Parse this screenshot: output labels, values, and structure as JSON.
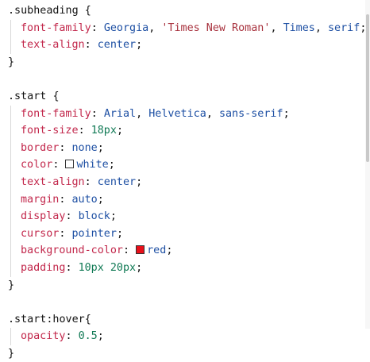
{
  "code": {
    "rule1": {
      "selector": ".subheading",
      "open_brace": "{",
      "close_brace": "}",
      "decl1": {
        "property": "font-family",
        "v1": "Georgia",
        "sep1": ", ",
        "v2": "'Times New Roman'",
        "sep2": ", ",
        "v3": "Times",
        "sep3": ", ",
        "v4": "serif"
      },
      "decl2": {
        "property": "text-align",
        "value": "center"
      }
    },
    "rule2": {
      "selector": ".start",
      "open_brace": "{",
      "close_brace": "}",
      "decl_font_family": {
        "property": "font-family",
        "v1": "Arial",
        "sep1": ", ",
        "v2": "Helvetica",
        "sep2": ", ",
        "v3": "sans-serif"
      },
      "decl_font_size": {
        "property": "font-size",
        "value": "18px"
      },
      "decl_border": {
        "property": "border",
        "value": "none"
      },
      "decl_color": {
        "property": "color",
        "value": "white",
        "swatch_color": "#ffffff"
      },
      "decl_text_align": {
        "property": "text-align",
        "value": "center"
      },
      "decl_margin": {
        "property": "margin",
        "value": "auto"
      },
      "decl_display": {
        "property": "display",
        "value": "block"
      },
      "decl_cursor": {
        "property": "cursor",
        "value": "pointer"
      },
      "decl_background": {
        "property": "background-color",
        "value": "red",
        "swatch_color": "#e8101a"
      },
      "decl_padding": {
        "property": "padding",
        "v1": "10px",
        "sep": " ",
        "v2": "20px"
      }
    },
    "rule3": {
      "selector": ".start:hover",
      "open_brace": "{",
      "close_brace": "}",
      "decl_opacity": {
        "property": "opacity",
        "value": "0.5"
      }
    }
  },
  "colors": {
    "property": "#c2274b",
    "keyword": "#1d4fa3",
    "string": "#a8323e",
    "number": "#117a55",
    "selector": "#111111"
  }
}
